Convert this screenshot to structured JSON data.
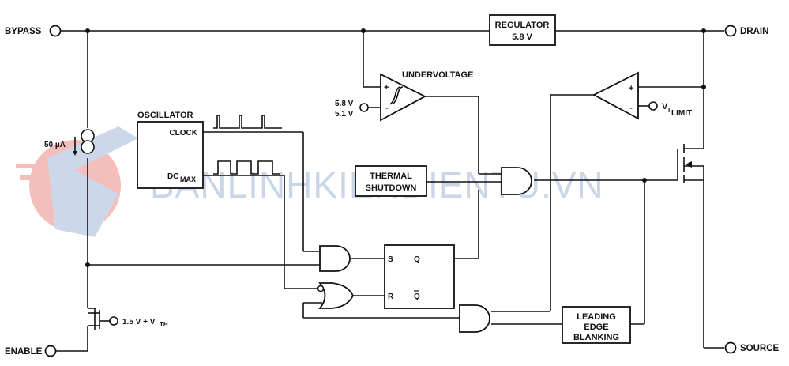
{
  "pins": {
    "bypass": "BYPASS",
    "drain": "DRAIN",
    "enable": "ENABLE",
    "source": "SOURCE"
  },
  "blocks": {
    "regulator_line1": "REGULATOR",
    "regulator_line2": "5.8 V",
    "undervoltage": "UNDERVOLTAGE",
    "uv_ref_high": "5.8 V",
    "uv_ref_low": "5.1 V",
    "oscillator": "OSCILLATOR",
    "clock": "CLOCK",
    "dcmax_main": "DC",
    "dcmax_sub": "MAX",
    "thermal_line1": "THERMAL",
    "thermal_line2": "SHUTDOWN",
    "leb_line1": "LEADING",
    "leb_line2": "EDGE",
    "leb_line3": "BLANKING",
    "ilimit_main": "V",
    "ilimit_sub": "I",
    "ilimit_sub2": "LIMIT",
    "current_source": "50 µA",
    "enable_thresh_main": "1.5 V + V",
    "enable_thresh_sub": "TH",
    "latch_s": "S",
    "latch_r": "R",
    "latch_q": "Q",
    "latch_qbar": "Q",
    "plus": "+",
    "minus": "-"
  },
  "watermark": "BANLINHKIENDIENTU.VN",
  "colors": {
    "ink": "#111111",
    "watermark_blue": "#9fb6d6",
    "watermark_red": "#e8706a"
  }
}
